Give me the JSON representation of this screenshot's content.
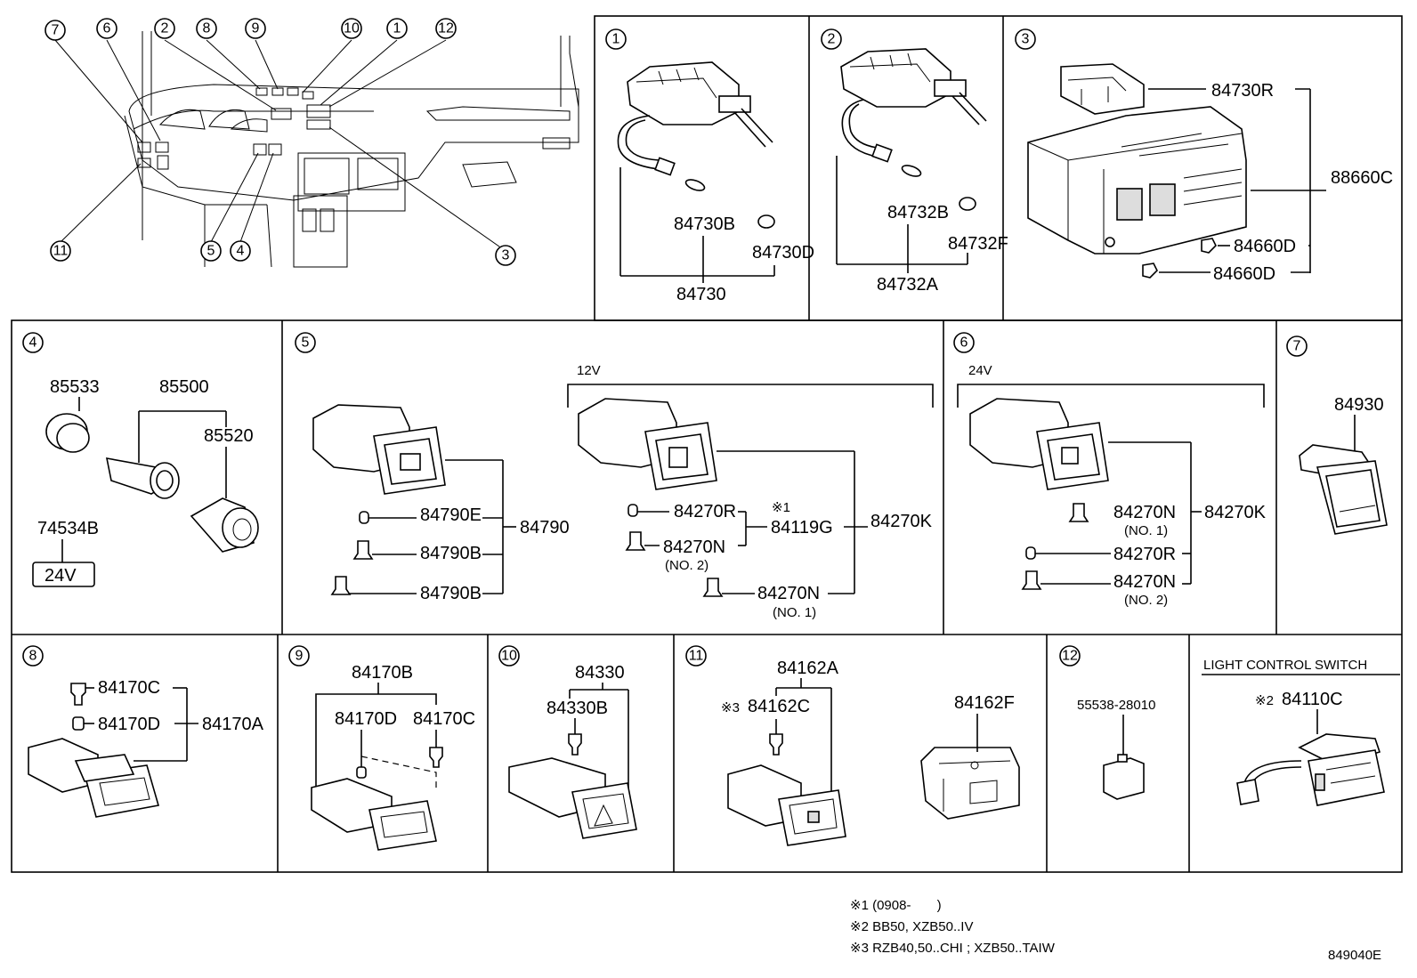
{
  "callouts": [
    "1",
    "2",
    "3",
    "4",
    "5",
    "6",
    "7",
    "8",
    "9",
    "10",
    "11",
    "12"
  ],
  "labels": {
    "p1_a": "84730B",
    "p1_b": "84730D",
    "p1_c": "84730",
    "p2_a": "84732B",
    "p2_b": "84732F",
    "p2_c": "84732A",
    "p3_a": "84730R",
    "p3_b": "88660C",
    "p3_c": "84660D",
    "p3_d": "84660D",
    "p4_a": "85533",
    "p4_b": "85500",
    "p4_c": "85520",
    "p4_d": "74534B",
    "p4_e": "24V",
    "p5_a": "84790E",
    "p5_b": "84790B",
    "p5_c": "84790B",
    "p5_d": "84790",
    "p5_v": "12V",
    "p5_e": "84270R",
    "p5_f": "84270N",
    "p5_g": "(NO. 2)",
    "p5_h": "※1",
    "p5_i": "84119G",
    "p5_j": "84270K",
    "p5_k": "84270N",
    "p5_l": "(NO. 1)",
    "p6_v": "24V",
    "p6_a": "84270N",
    "p6_b": "(NO. 1)",
    "p6_c": "84270K",
    "p6_d": "84270R",
    "p6_e": "84270N",
    "p6_f": "(NO. 2)",
    "p7_a": "84930",
    "p8_a": "84170C",
    "p8_b": "84170D",
    "p8_c": "84170A",
    "p9_a": "84170B",
    "p9_b": "84170D",
    "p9_c": "84170C",
    "p10_a": "84330",
    "p10_b": "84330B",
    "p11_a": "84162A",
    "p11_m": "※3",
    "p11_b": "84162C",
    "p11_c": "84162F",
    "p12_a": "55538-28010",
    "lcs_title": "LIGHT CONTROL SWITCH",
    "lcs_m": "※2",
    "lcs_a": "84110C"
  },
  "footnotes": {
    "n1": "※1 (0908-       )",
    "n2": "※2 BB50, XZB50..IV",
    "n3": "※3 RZB40,50..CHI ; XZB50..TAIW"
  },
  "diagram_code": "849040E"
}
